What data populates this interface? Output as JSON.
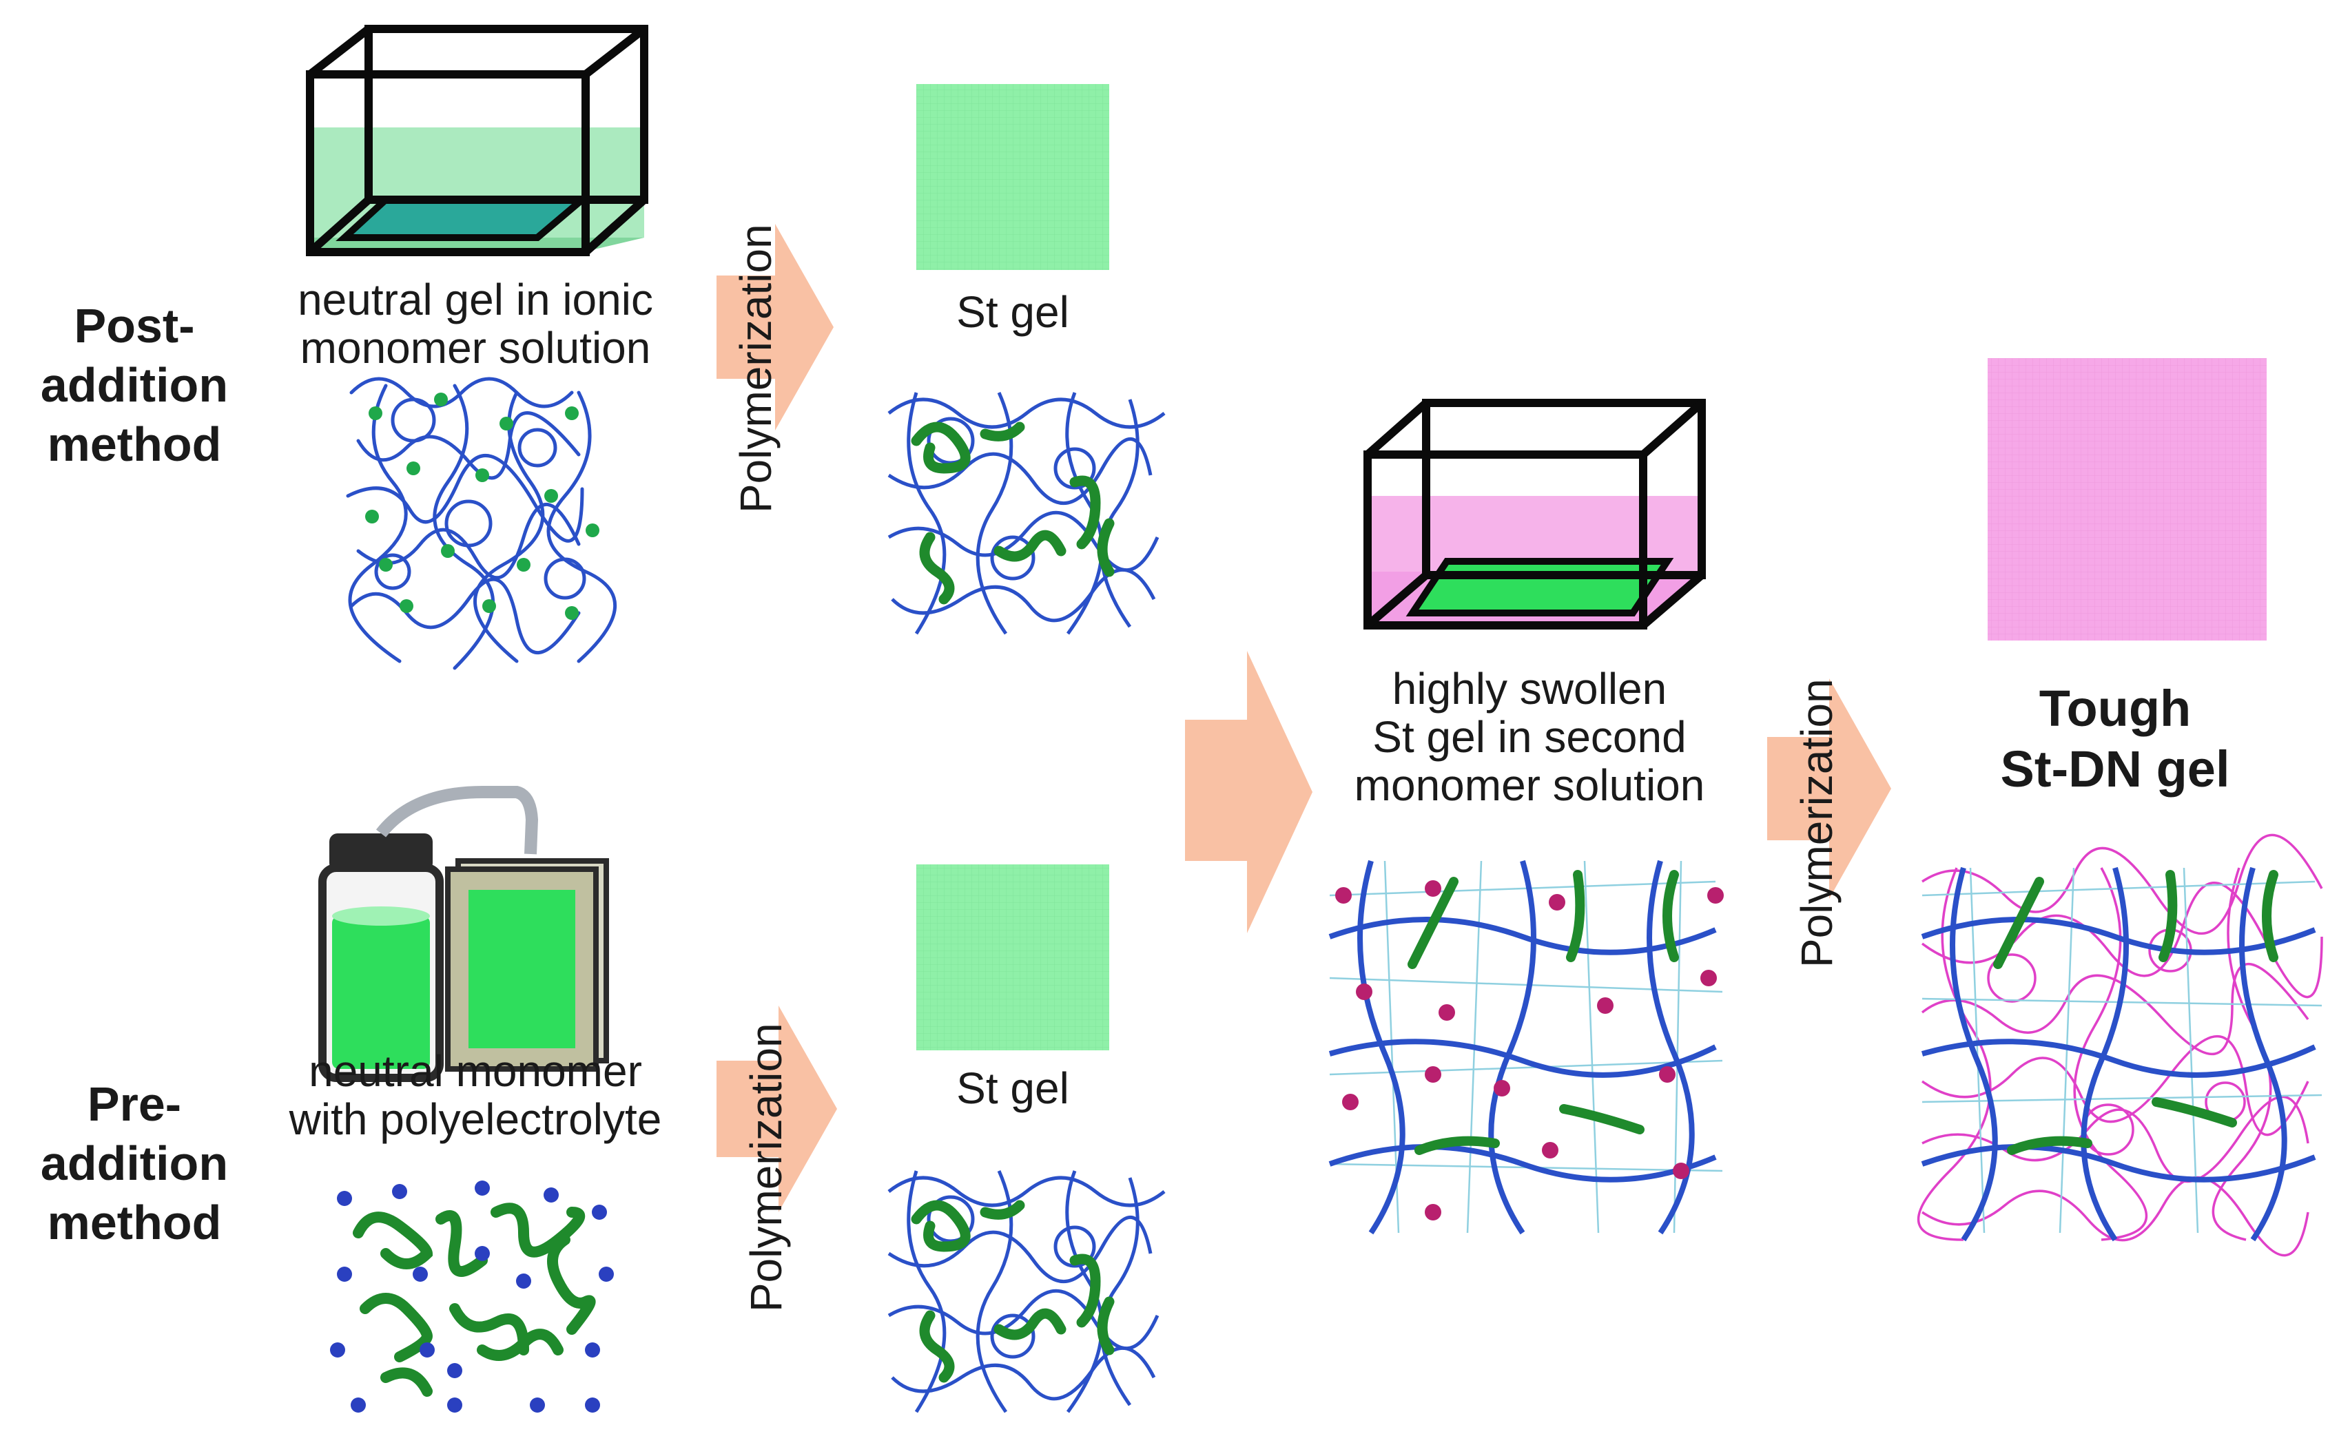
{
  "labels": {
    "post_method": [
      "Post-",
      "addition",
      "method"
    ],
    "pre_method": [
      "Pre-",
      "addition",
      "method"
    ],
    "post_caption": [
      "neutral gel in ionic",
      "monomer solution"
    ],
    "pre_caption": [
      "neutral monomer",
      "with polyelectrolyte"
    ],
    "st_gel": "St gel",
    "swollen_caption": [
      "highly swollen",
      "St gel in second",
      "monomer solution"
    ],
    "final": [
      "Tough",
      "St-DN gel"
    ],
    "polymerization": "Polymerization"
  },
  "colors": {
    "green_light": "#8ff0a8",
    "green_dark": "#1f8a2c",
    "teal": "#2aa89a",
    "pink": "#f4a6e6",
    "pink_line": "#e040c8",
    "blue_net": "#2a50c8",
    "arrow": "#f9c1a4",
    "magenta_dot": "#b8206e"
  }
}
